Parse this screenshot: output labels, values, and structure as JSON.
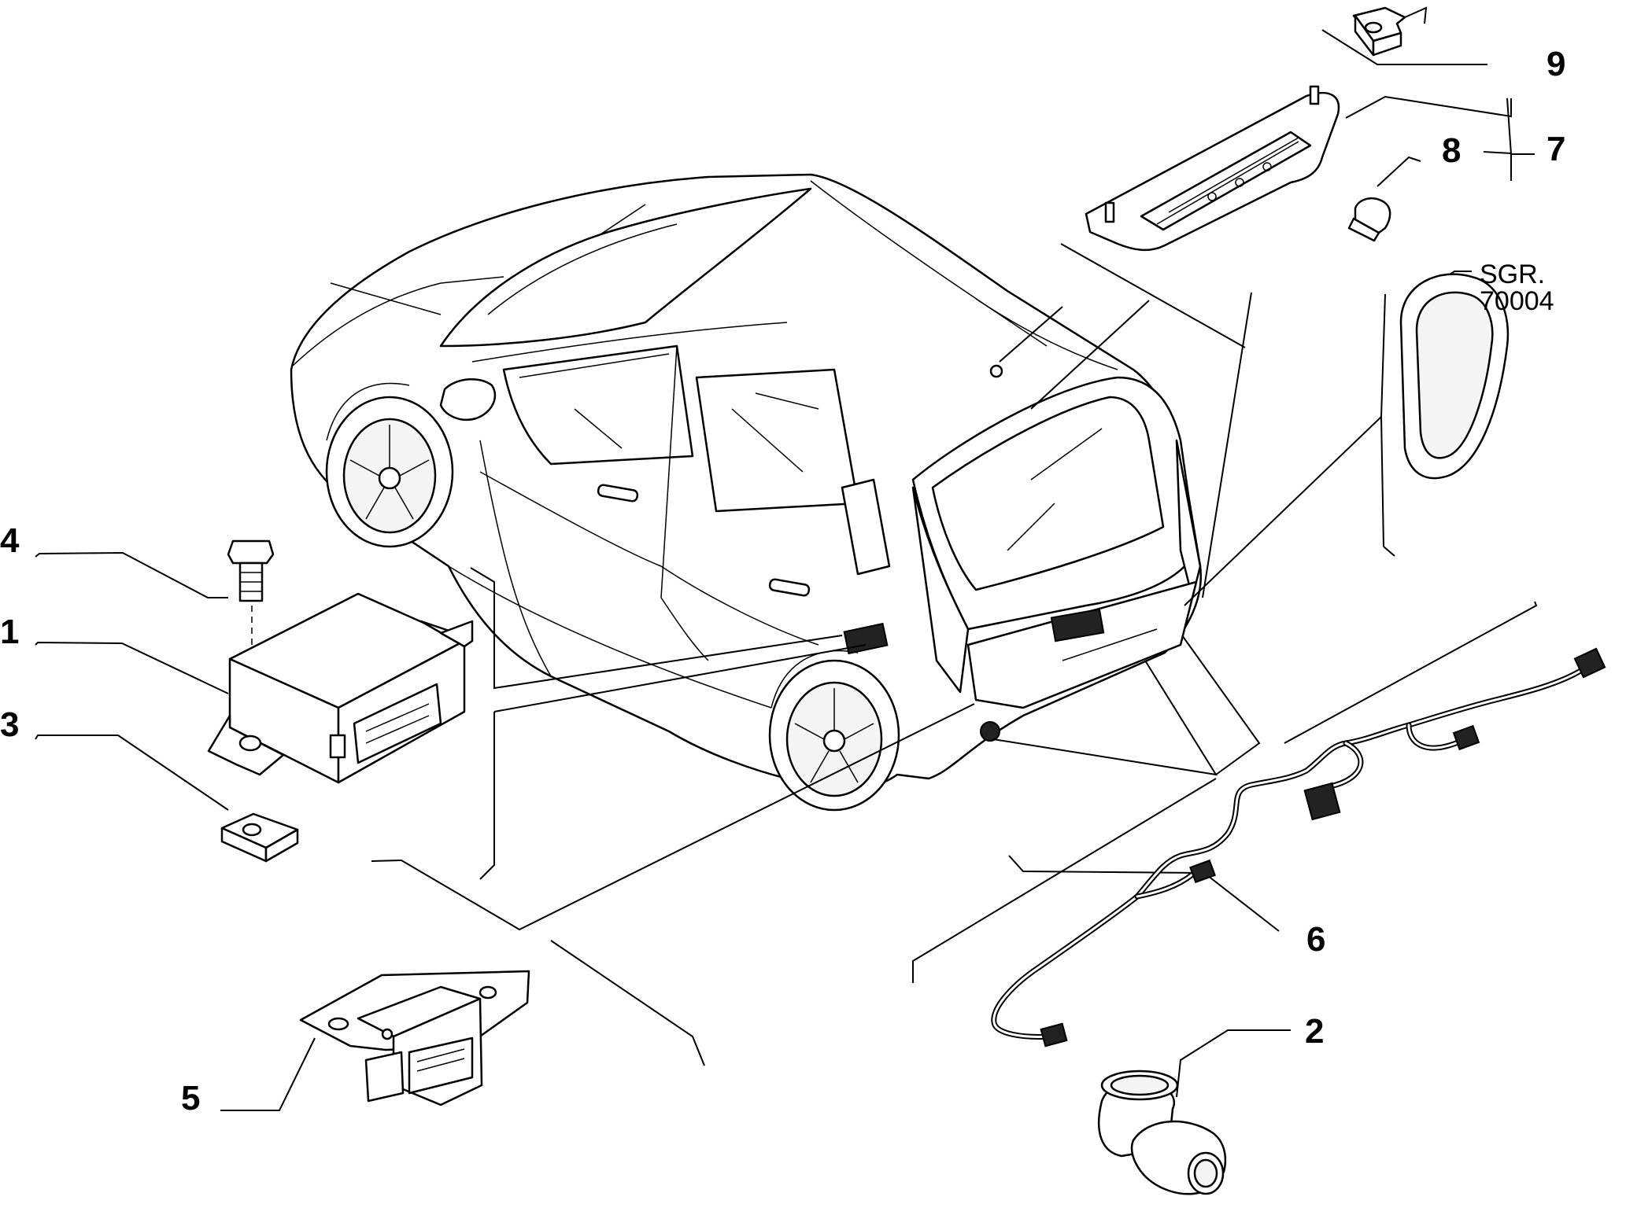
{
  "callouts": {
    "c1": "1",
    "c2": "2",
    "c3": "3",
    "c4": "4",
    "c5": "5",
    "c6": "6",
    "c7": "7",
    "c8": "8",
    "c9": "9"
  },
  "reference": "SGR. 70004"
}
